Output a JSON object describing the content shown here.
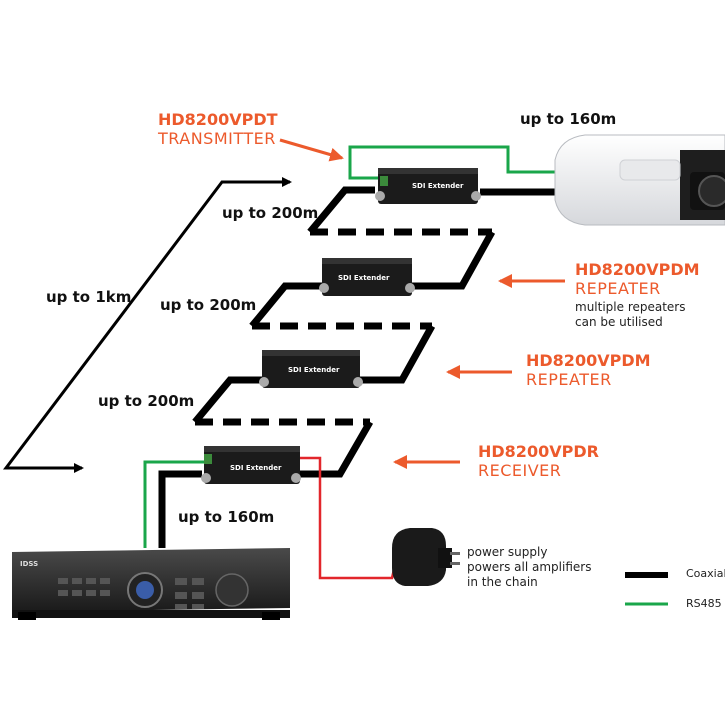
{
  "distances": {
    "camera_link": "up to 160m",
    "segment_1": "up to 200m",
    "segment_2": "up to 200m",
    "segment_3": "up to 200m",
    "total": "up to 1km",
    "receiver_link": "up to 160m"
  },
  "devices": {
    "transmitter": {
      "model": "HD8200VPDT",
      "role": "TRANSMITTER"
    },
    "repeater_1": {
      "model": "HD8200VPDM",
      "role": "REPEATER",
      "note": [
        "multiple repeaters",
        "can be utilised"
      ]
    },
    "repeater_2": {
      "model": "HD8200VPDM",
      "role": "REPEATER"
    },
    "receiver": {
      "model": "HD8200VPDR",
      "role": "RECEIVER"
    }
  },
  "box_label": "SDI Extender",
  "dvr": {
    "brand": "IDSS"
  },
  "power_supply": {
    "lines": [
      "power supply",
      "powers all amplifiers",
      "in the chain"
    ]
  },
  "legend": {
    "coaxial": {
      "label": "Coaxial",
      "color": "#000000"
    },
    "rs485": {
      "label": "RS485",
      "color": "#1aa64a"
    }
  },
  "colors": {
    "accent": "#ec5a2c",
    "power_cable": "#e2262b"
  }
}
